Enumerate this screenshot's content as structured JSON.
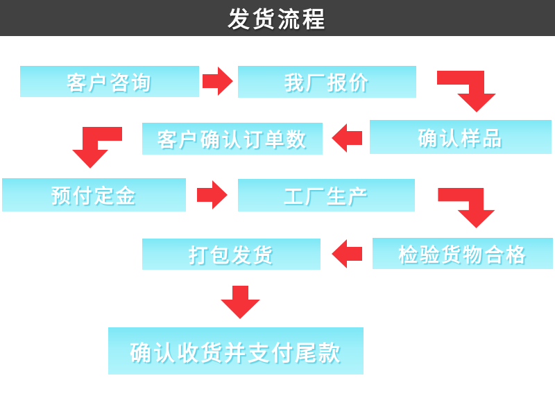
{
  "header": {
    "title": "发货流程"
  },
  "colors": {
    "header_bg": "#414141",
    "box_top": "#7de7f5",
    "box_mid": "#9ff0fa",
    "box_bottom": "#b2f4fb",
    "arrow_red": "#f43237",
    "box_text": "#ffffff"
  },
  "steps": [
    {
      "label": "客户咨询"
    },
    {
      "label": "我厂报价"
    },
    {
      "label": "确认样品"
    },
    {
      "label": "客户确认订单数"
    },
    {
      "label": "预付定金"
    },
    {
      "label": "工厂生产"
    },
    {
      "label": "检验货物合格"
    },
    {
      "label": "打包发货"
    },
    {
      "label": "确认收货并支付尾款"
    }
  ],
  "arrows": [
    {
      "name": "arrow-1",
      "direction": "right"
    },
    {
      "name": "arrow-2",
      "direction": "elbow-right-down"
    },
    {
      "name": "arrow-3",
      "direction": "left"
    },
    {
      "name": "arrow-4",
      "direction": "elbow-left-down"
    },
    {
      "name": "arrow-5",
      "direction": "right"
    },
    {
      "name": "arrow-6",
      "direction": "elbow-right-down"
    },
    {
      "name": "arrow-7",
      "direction": "left"
    },
    {
      "name": "arrow-8",
      "direction": "down"
    }
  ]
}
